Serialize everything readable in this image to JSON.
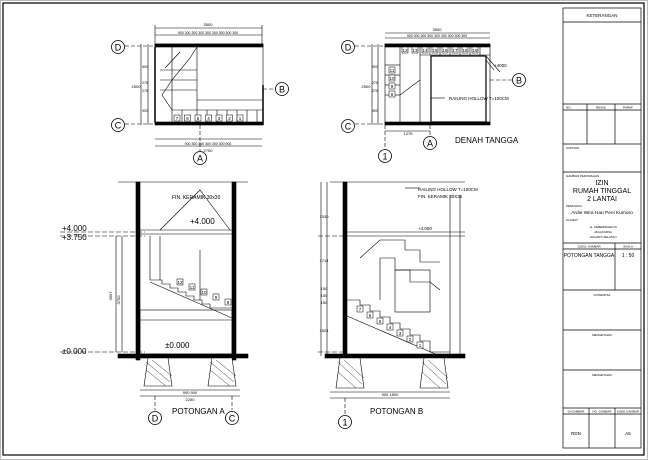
{
  "plans": {
    "left": {
      "top_dim_total": "3500",
      "top_dims": "900  300 300 300 300 300 300 300  300",
      "bottom_dims": "900  300 300 300 300 300  900",
      "bottom_total": "2700",
      "left_total": "2500",
      "left_dims": [
        "900",
        "275",
        "275",
        "900"
      ],
      "steps": [
        "7",
        "6",
        "5",
        "4",
        "3",
        "2",
        "1"
      ],
      "axis_d": "D",
      "axis_c": "C",
      "axis_a": "A",
      "axis_b": "B"
    },
    "right": {
      "top_dim_total": "3500",
      "top_dims": "900  300 300 300 300 300 300 300  300",
      "left_total": "2500",
      "left_dims": [
        "900",
        "275",
        "275",
        "900"
      ],
      "bottom_dim": "1275",
      "steps_top": [
        "12",
        "13",
        "14",
        "15",
        "16",
        "17",
        "18",
        "19"
      ],
      "steps_left": [
        "11",
        "10",
        "9",
        "8"
      ],
      "level": "+4000",
      "railing": "RAILING HOLLOW T=100CM",
      "title": "DENAH TANGGA",
      "axis_d": "D",
      "axis_c": "C",
      "axis_a": "A",
      "axis_b": "B",
      "axis_1": "1"
    }
  },
  "sections": {
    "a": {
      "finish": "FIN. KERAMIK 30x30",
      "lvl_4000": "+4.000",
      "lvl_3750": "+3.750",
      "lvl_0": "±0.000",
      "lvl_0_left": "±0.000",
      "lvl_4000_inner": "+4.000",
      "dim_v1": "3997",
      "dim_v2": "3750",
      "dims_bottom": "900      900",
      "dim_bottom_total": "2250",
      "title": "POTONGAN A",
      "axis_d": "D",
      "axis_c": "C",
      "steps": [
        "12",
        "11",
        "10",
        "9",
        "8"
      ]
    },
    "b": {
      "railing": "RAILING HOLLOW T=100CM",
      "finish": "FIN. KERAMIK 30X30",
      "lvl_4000": "+4.000",
      "dims_left": [
        "1030",
        "1714",
        "150",
        "150",
        "150",
        "1524"
      ],
      "dims_bottom": "900          1800",
      "title": "POTONGAN B",
      "axis_1": "1",
      "steps": [
        "1",
        "2",
        "3",
        "4",
        "5",
        "6",
        "7"
      ]
    }
  },
  "titleblock": {
    "keterangan": "KETERANGAN",
    "no": "NO",
    "revisi": "REVISI",
    "paraf": "PARAF",
    "catatan": "CATATAN",
    "gambar_perumahan": "GAMBAR PERUMAHAN :",
    "project_title": [
      "IZIN",
      "RUMAH TINGGAL",
      "2 LANTAI"
    ],
    "pemohon_label": "PEMOHON :",
    "pemohon": "Ardie Wira Hari Peni Kumoro",
    "alamat_label": "ALAMAT :",
    "alamat": [
      "JL. KEBERSIHEN III",
      "JAGAKARSA",
      "JAKARTA SELATAN"
    ],
    "judul_label": "JUDUL GAMBAR",
    "skala_label": "SKALA",
    "judul": "POTONGAN TANGGA",
    "skala": "1 : 50",
    "diperiksa": "DI PERIKSA",
    "mengetahui1": "MENGETAHUI",
    "mengetahui2": "MENGETAHUI",
    "di_gambar": "DI GAMBAR",
    "no_gambar": "NO. GAMBAR",
    "kode_gambar": "KODE GAMBAR",
    "digambar_val": "RDN",
    "kode_val": "A5"
  }
}
